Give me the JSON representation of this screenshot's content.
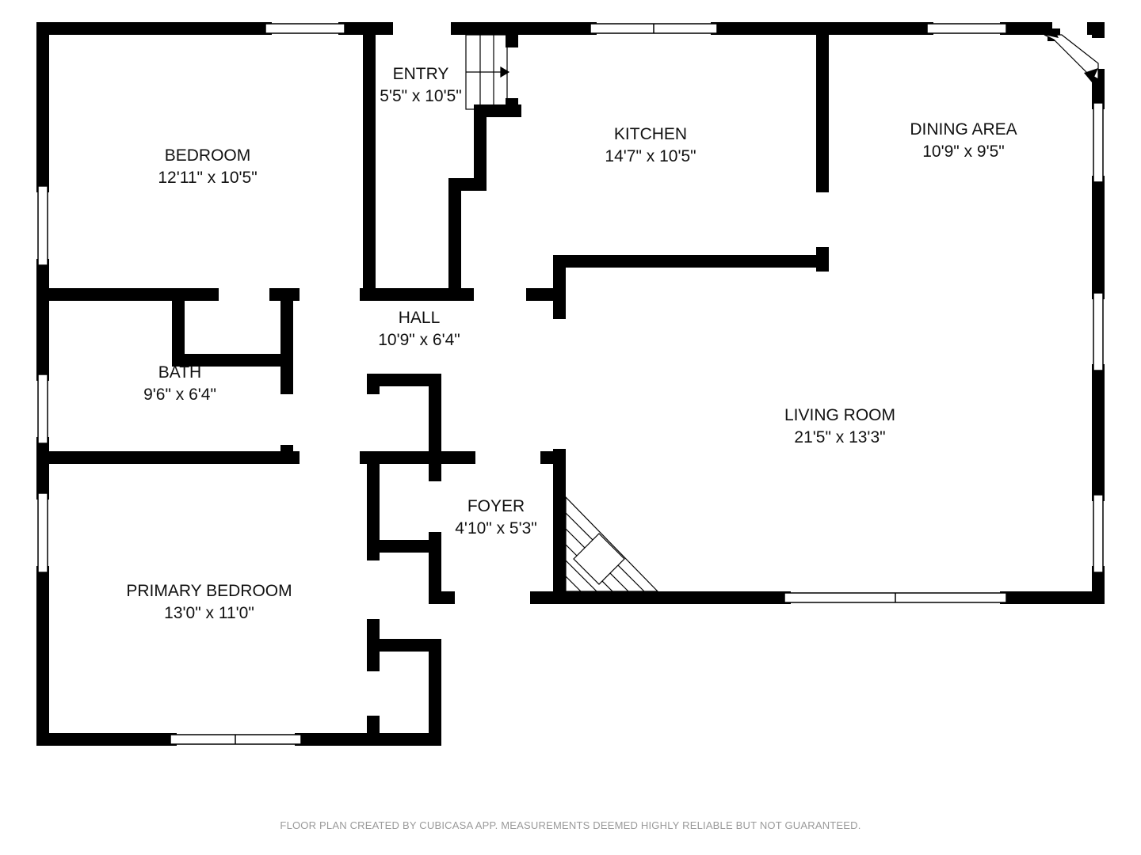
{
  "rooms": [
    {
      "name": "BEDROOM",
      "size": "12'11\" x 10'5\""
    },
    {
      "name": "ENTRY",
      "size": "5'5\" x 10'5\""
    },
    {
      "name": "KITCHEN",
      "size": "14'7\" x 10'5\""
    },
    {
      "name": "DINING AREA",
      "size": "10'9\" x 9'5\""
    },
    {
      "name": "HALL",
      "size": "10'9\" x 6'4\""
    },
    {
      "name": "BATH",
      "size": "9'6\" x 6'4\""
    },
    {
      "name": "LIVING ROOM",
      "size": "21'5\" x 13'3\""
    },
    {
      "name": "FOYER",
      "size": "4'10\" x 5'3\""
    },
    {
      "name": "PRIMARY BEDROOM",
      "size": "13'0\" x 11'0\""
    }
  ],
  "footer": "FLOOR PLAN CREATED BY CUBICASA APP. MEASUREMENTS DEEMED HIGHLY RELIABLE BUT NOT GUARANTEED.",
  "colors": {
    "wall": "#000000",
    "window": "#ffffff",
    "footer": "#9a9a9a"
  }
}
